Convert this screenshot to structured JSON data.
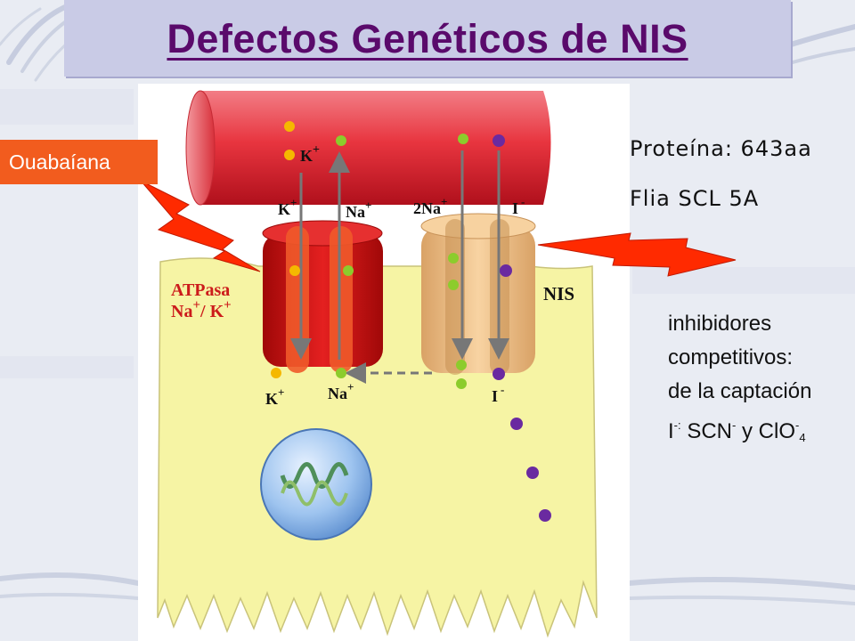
{
  "title": "Defectos Genéticos de NIS",
  "ouabaina_label": "Ouabaíana",
  "protein_info": "Proteína: 643aa",
  "family_info": "Flia SCL 5A",
  "inhibitors": {
    "line1": "inhibidores",
    "line2": "competitivos:",
    "line3": "de la captación",
    "ion_i": "I",
    "ion_i_charge": "-",
    "colon": ":",
    "scn": "SCN",
    "scn_charge": "-",
    "and": "y",
    "clo": "ClO",
    "clo_charge": "-",
    "clo_sub": "4"
  },
  "diagram": {
    "atpase_label_1": "ATPasa",
    "atpase_label_2": "Na",
    "atpase_label_3": "/ K",
    "atpase_plus": "+",
    "nis_label": "NIS",
    "k_blood": "K",
    "k_top": "K",
    "na_top": "Na",
    "twona_top": "2Na",
    "i_top": "I",
    "k_bottom": "K",
    "na_bottom": "Na",
    "i_bottom": "I",
    "plus": "+",
    "minus": "-"
  },
  "colors": {
    "title": "#5a0a6b",
    "title_bar": "#c9cbe6",
    "ouabaina_bg": "#f25c1e",
    "bolt": "#ff2a00",
    "vessel": "#e63a44",
    "cell": "#f6f4a4",
    "atpase": "#cc1010",
    "nis": "#f2c894",
    "ion_k": "#f5b800",
    "ion_na": "#8ccc2c",
    "ion_i": "#6a2aa0",
    "label_red": "#cc1b1b"
  }
}
